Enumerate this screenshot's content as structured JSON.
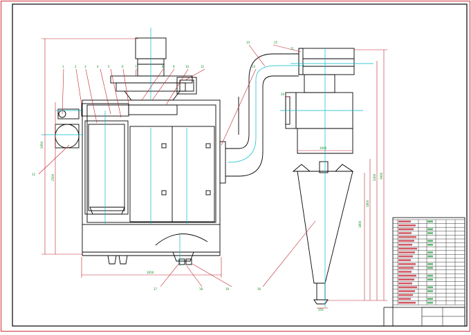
{
  "drawing": {
    "colors": {
      "border": "#d0303a",
      "outline": "#000000",
      "centerline": "#00b8c8",
      "leader": "#c0202a",
      "dimension": "#c0202a",
      "label": "#008a1a",
      "titleblock_fill": "#c02030"
    },
    "balloons": [
      "1",
      "2",
      "3",
      "4",
      "5",
      "6",
      "7",
      "8",
      "9",
      "10",
      "11",
      "12",
      "13",
      "14",
      "15",
      "16",
      "17",
      "18",
      "19",
      "20",
      "21"
    ],
    "dimensions": {
      "overall_width": "1650",
      "overall_height": "2950",
      "cabinet_height": "2500",
      "cyclone_height": "3900",
      "cyclone_cone": "1800",
      "cyclone_body": "2400",
      "cyclone_dia": "1000",
      "outlet_dia": "250"
    }
  }
}
